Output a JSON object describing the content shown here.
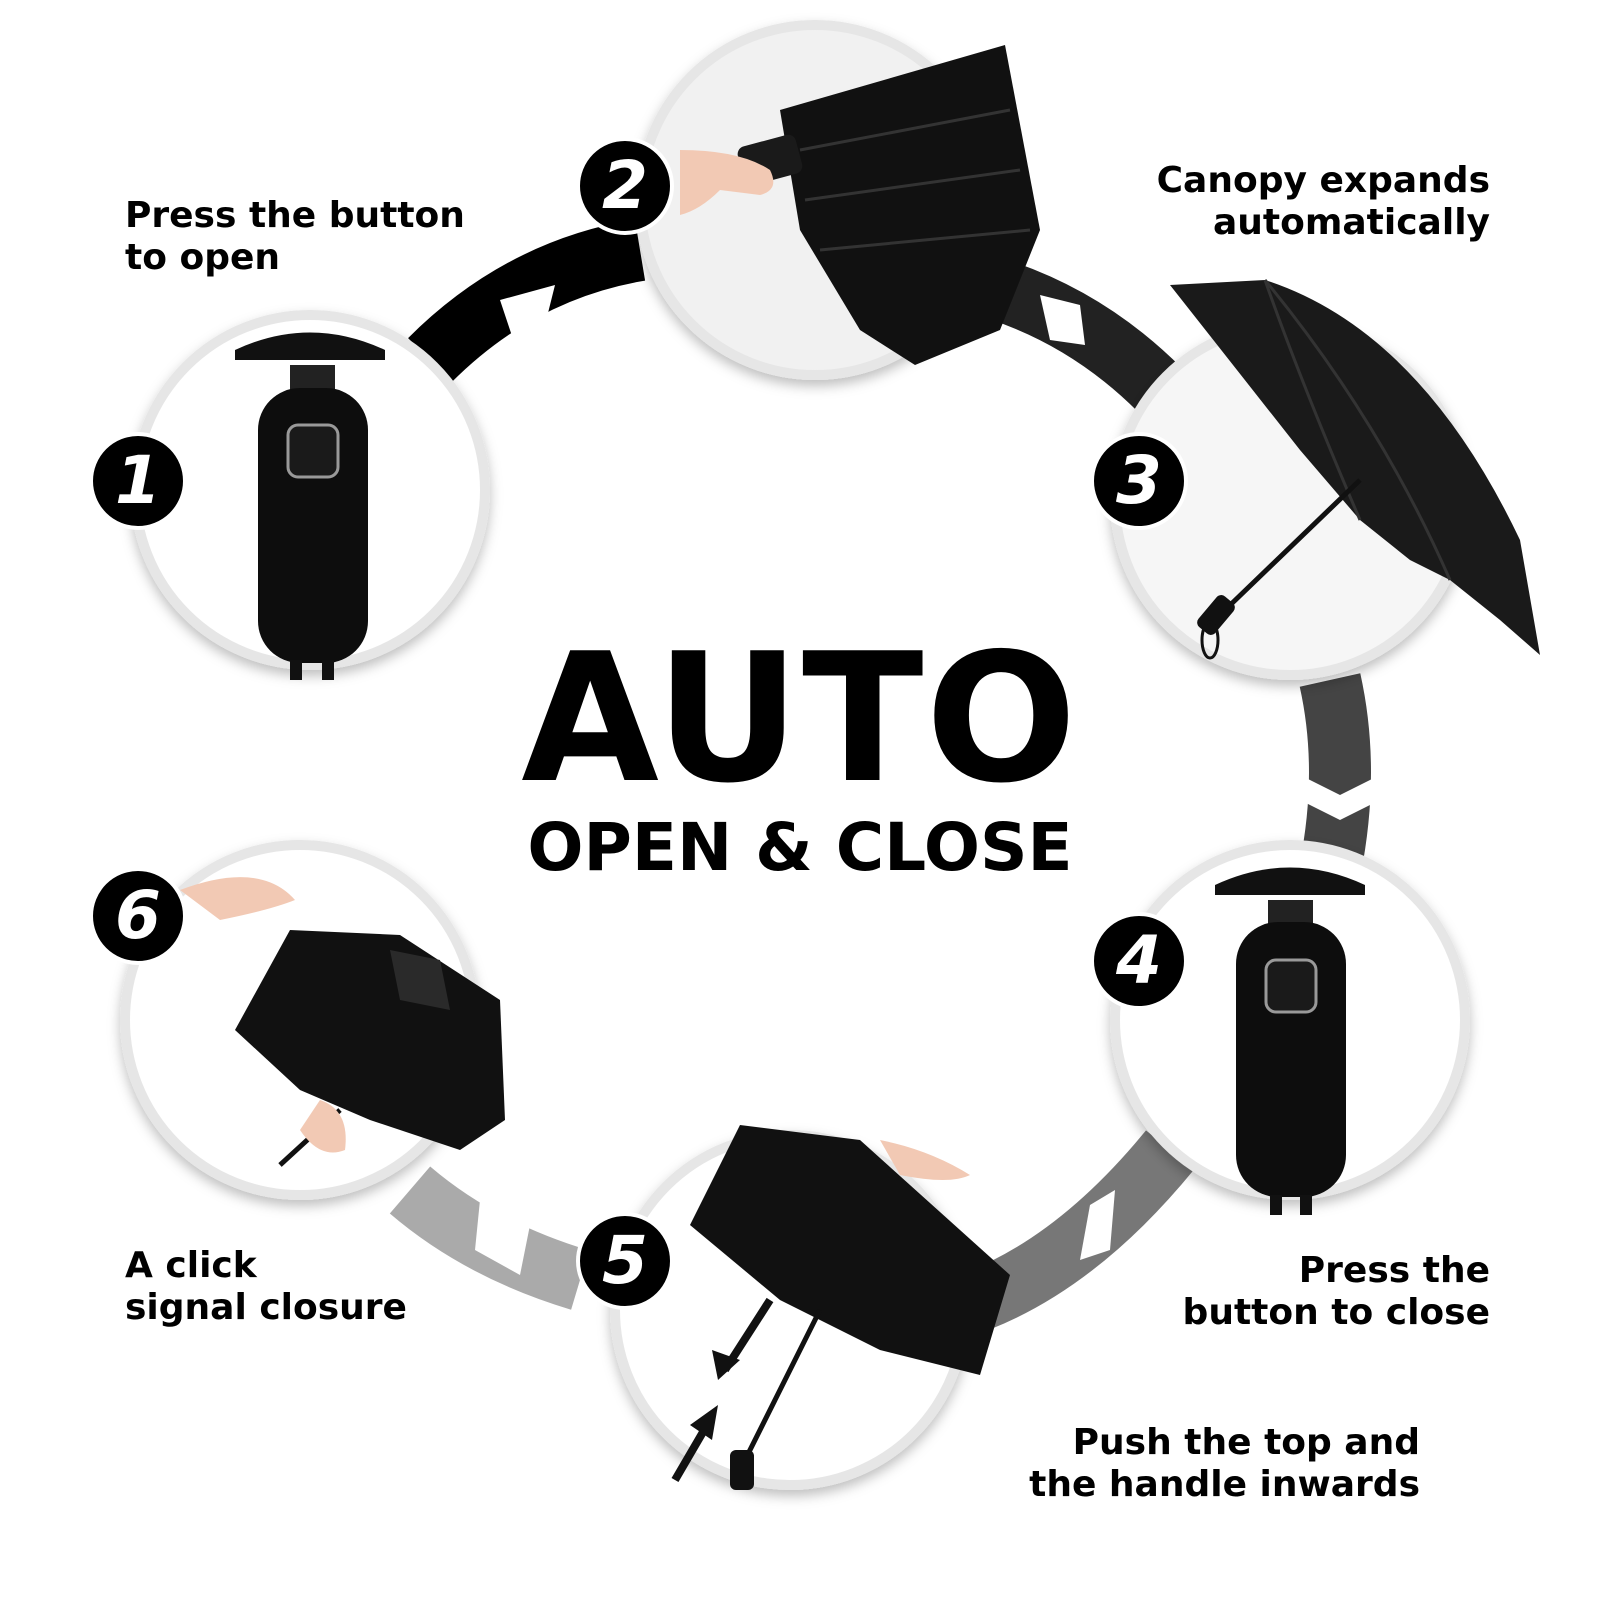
{
  "title": {
    "main": "AUTO",
    "sub": "OPEN & CLOSE"
  },
  "colors": {
    "ink": "#000000",
    "ring_light": "#eeeeee",
    "arrow_dark": "#111111",
    "arrow_mid": "#444444",
    "arrow_light": "#aaaaaa"
  },
  "steps": [
    {
      "number": "1",
      "caption": [
        "Press the button",
        "to open"
      ]
    },
    {
      "number": "2",
      "caption": []
    },
    {
      "number": "3",
      "caption": [
        "Canopy expands",
        "automatically"
      ]
    },
    {
      "number": "4",
      "caption": [
        "Press the",
        "button to close"
      ]
    },
    {
      "number": "5",
      "caption": [
        "Push the top and",
        "the handle inwards"
      ]
    },
    {
      "number": "6",
      "caption": [
        "A click",
        "signal closure"
      ]
    }
  ],
  "icons": [
    "umbrella-handle-icon",
    "umbrella-canopy-icon",
    "hand-icon",
    "cycle-arrow-icon"
  ]
}
